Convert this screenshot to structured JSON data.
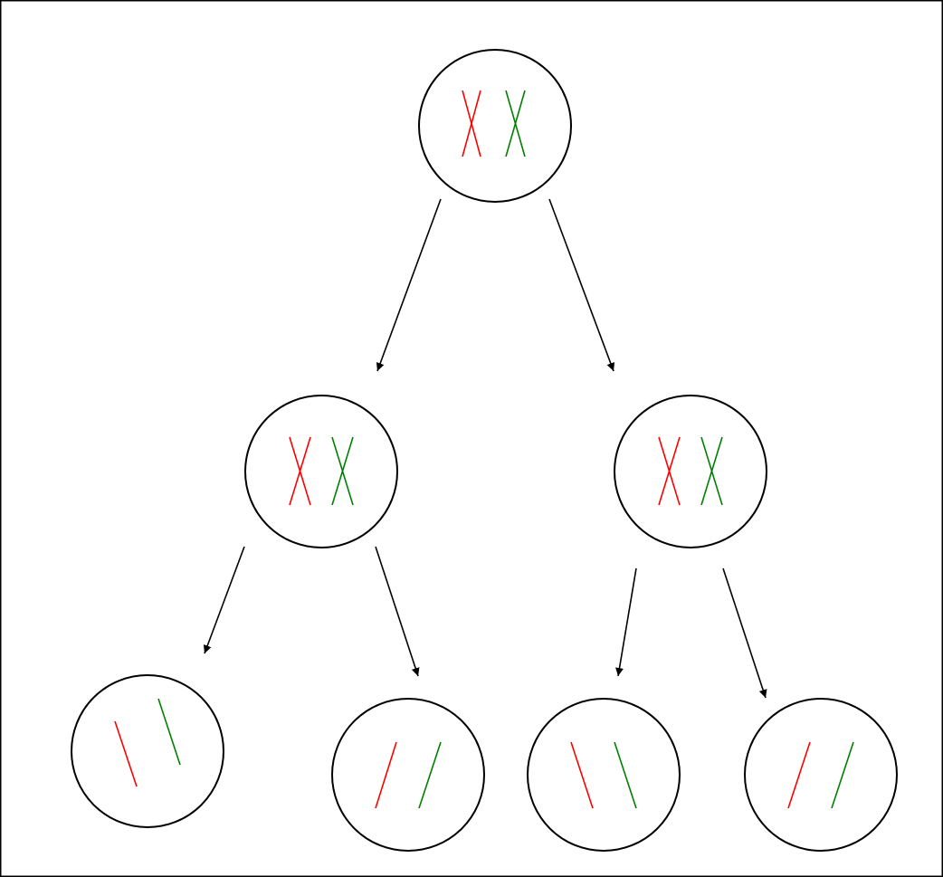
{
  "colors": {
    "background": "#ffffff",
    "outline": "#000000",
    "chromosome_a": "#ff0000",
    "chromosome_b": "#008000"
  },
  "cells": [
    {
      "id": "parent",
      "generation": 1,
      "chromosomes": [
        {
          "color": "chromosome_a",
          "form": "duplicated"
        },
        {
          "color": "chromosome_b",
          "form": "duplicated"
        }
      ]
    },
    {
      "id": "daughter-1",
      "generation": 2,
      "chromosomes": [
        {
          "color": "chromosome_a",
          "form": "duplicated"
        },
        {
          "color": "chromosome_b",
          "form": "duplicated"
        }
      ]
    },
    {
      "id": "daughter-2",
      "generation": 2,
      "chromosomes": [
        {
          "color": "chromosome_a",
          "form": "duplicated"
        },
        {
          "color": "chromosome_b",
          "form": "duplicated"
        }
      ]
    },
    {
      "id": "gamete-1",
      "generation": 3,
      "chromosomes": [
        {
          "color": "chromosome_a",
          "form": "single"
        },
        {
          "color": "chromosome_b",
          "form": "single"
        }
      ]
    },
    {
      "id": "gamete-2",
      "generation": 3,
      "chromosomes": [
        {
          "color": "chromosome_a",
          "form": "single"
        },
        {
          "color": "chromosome_b",
          "form": "single"
        }
      ]
    },
    {
      "id": "gamete-3",
      "generation": 3,
      "chromosomes": [
        {
          "color": "chromosome_a",
          "form": "single"
        },
        {
          "color": "chromosome_b",
          "form": "single"
        }
      ]
    },
    {
      "id": "gamete-4",
      "generation": 3,
      "chromosomes": [
        {
          "color": "chromosome_a",
          "form": "single"
        },
        {
          "color": "chromosome_b",
          "form": "single"
        }
      ]
    }
  ],
  "arrows": [
    {
      "from": "parent",
      "to": "daughter-1"
    },
    {
      "from": "parent",
      "to": "daughter-2"
    },
    {
      "from": "daughter-1",
      "to": "gamete-1"
    },
    {
      "from": "daughter-1",
      "to": "gamete-2"
    },
    {
      "from": "daughter-2",
      "to": "gamete-3"
    },
    {
      "from": "daughter-2",
      "to": "gamete-4"
    }
  ]
}
